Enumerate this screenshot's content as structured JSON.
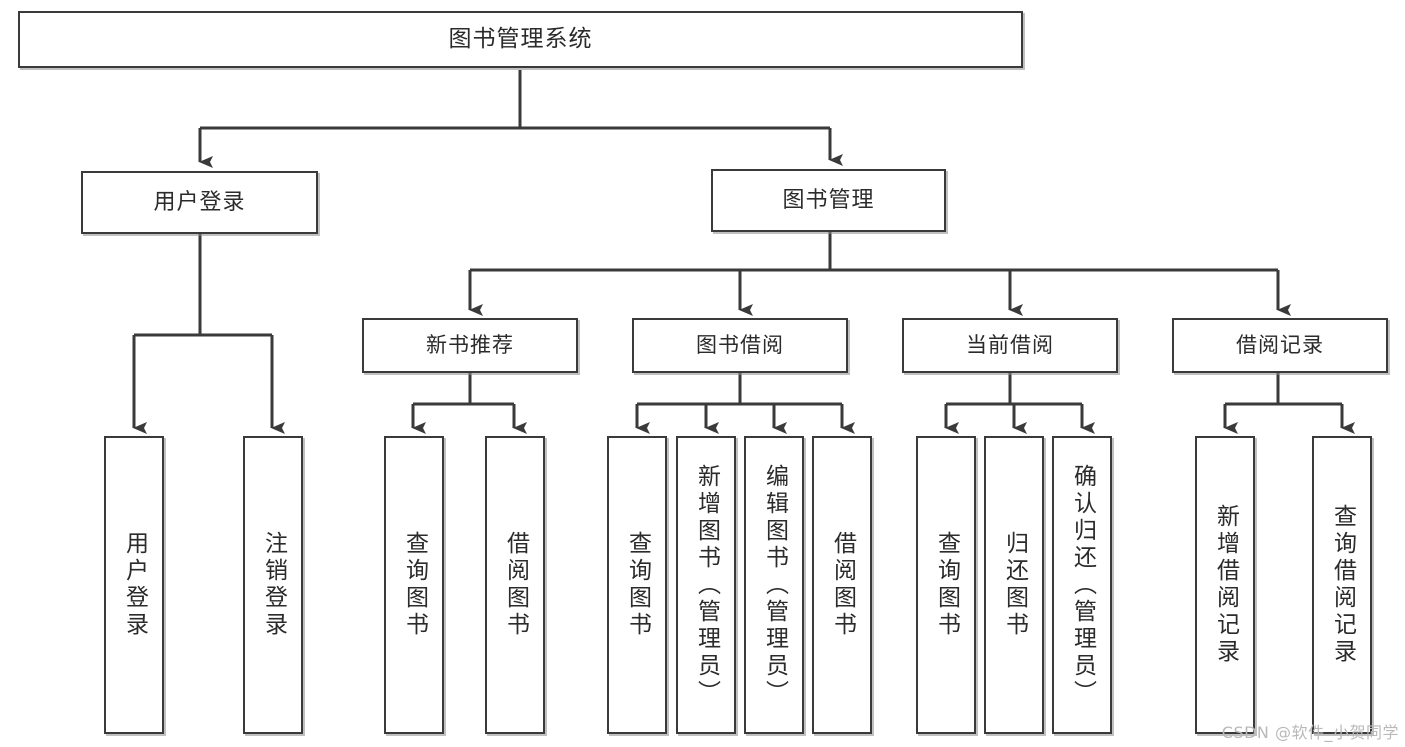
{
  "diagram": {
    "title": "图书管理系统",
    "type": "tree",
    "watermark": "CSDN @软件_小贺同学",
    "colors": {
      "box_border": "#3a3a3a",
      "box_fill": "#ffffff",
      "edge": "#3a3a3a",
      "text": "#2b2b2b",
      "watermark": "#b9b9b9"
    },
    "root": {
      "label": "图书管理系统"
    },
    "level1": [
      {
        "label": "用户登录"
      },
      {
        "label": "图书管理"
      }
    ],
    "level2": [
      {
        "label": "新书推荐"
      },
      {
        "label": "图书借阅"
      },
      {
        "label": "当前借阅"
      },
      {
        "label": "借阅记录"
      }
    ],
    "leaves": {
      "user_login": [
        {
          "label": "用户登录"
        },
        {
          "label": "注销登录"
        }
      ],
      "new_book_recommend": [
        {
          "label": "查询图书"
        },
        {
          "label": "借阅图书"
        }
      ],
      "book_borrow": [
        {
          "label": "查询图书"
        },
        {
          "label": "新增图书（管理员）"
        },
        {
          "label": "编辑图书（管理员）"
        },
        {
          "label": "借阅图书"
        }
      ],
      "current_borrow": [
        {
          "label": "查询图书"
        },
        {
          "label": "归还图书"
        },
        {
          "label": "确认归还（管理员）"
        }
      ],
      "borrow_record": [
        {
          "label": "新增借阅记录"
        },
        {
          "label": "查询借阅记录"
        }
      ]
    }
  }
}
